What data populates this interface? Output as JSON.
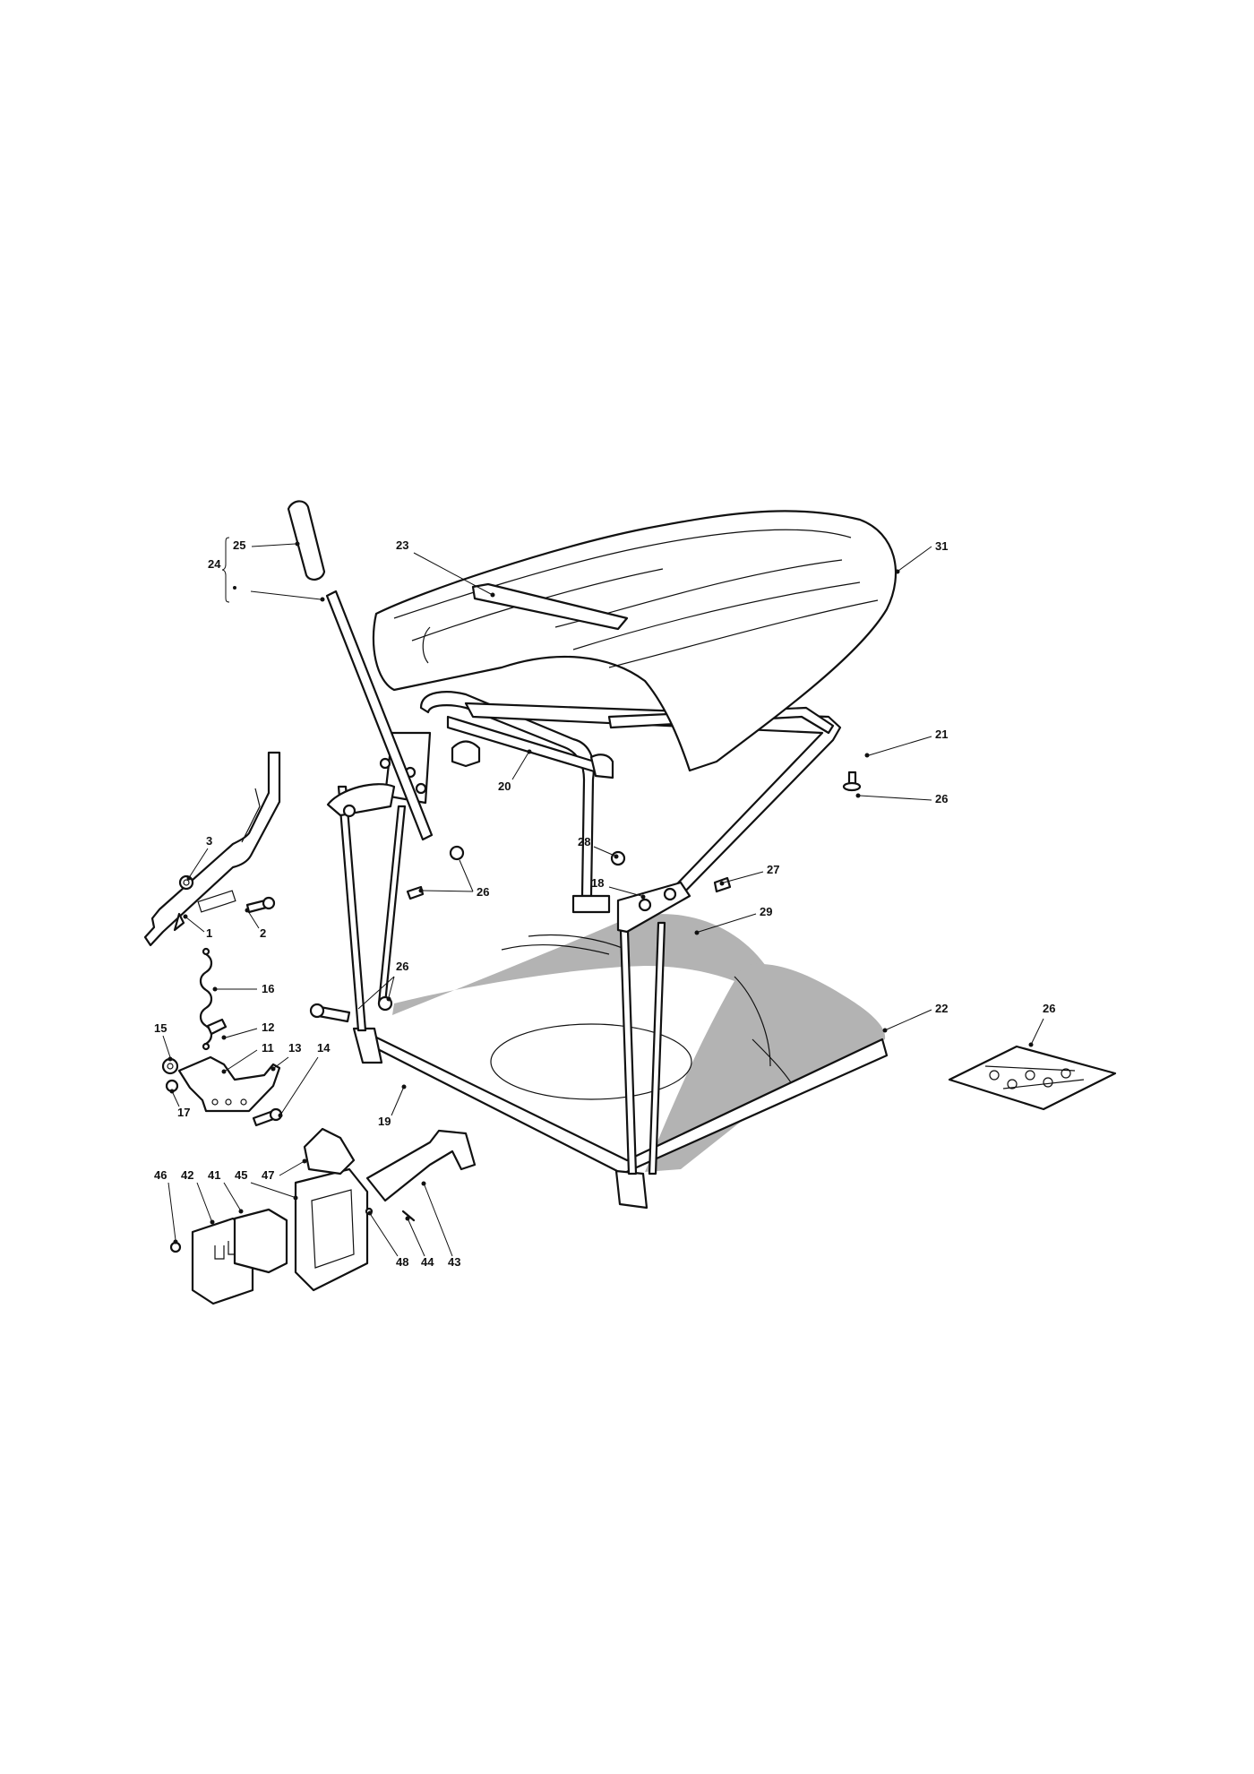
{
  "diagram": {
    "callouts": [
      {
        "id": "c25",
        "label": "25"
      },
      {
        "id": "c24",
        "label": "24"
      },
      {
        "id": "c23",
        "label": "23"
      },
      {
        "id": "c31",
        "label": "31"
      },
      {
        "id": "c21",
        "label": "21"
      },
      {
        "id": "c20",
        "label": "20"
      },
      {
        "id": "c26a",
        "label": "26"
      },
      {
        "id": "c3",
        "label": "3"
      },
      {
        "id": "c28",
        "label": "28"
      },
      {
        "id": "c27",
        "label": "27"
      },
      {
        "id": "c18",
        "label": "18"
      },
      {
        "id": "c29",
        "label": "29"
      },
      {
        "id": "c26b",
        "label": "26"
      },
      {
        "id": "c1",
        "label": "1"
      },
      {
        "id": "c2",
        "label": "2"
      },
      {
        "id": "c16",
        "label": "16"
      },
      {
        "id": "c26c",
        "label": "26"
      },
      {
        "id": "c22",
        "label": "22"
      },
      {
        "id": "c26d",
        "label": "26"
      },
      {
        "id": "c15",
        "label": "15"
      },
      {
        "id": "c12",
        "label": "12"
      },
      {
        "id": "c11",
        "label": "11"
      },
      {
        "id": "c13",
        "label": "13"
      },
      {
        "id": "c14",
        "label": "14"
      },
      {
        "id": "c17",
        "label": "17"
      },
      {
        "id": "c19",
        "label": "19"
      },
      {
        "id": "c47",
        "label": "47"
      },
      {
        "id": "c46",
        "label": "46"
      },
      {
        "id": "c42",
        "label": "42"
      },
      {
        "id": "c41",
        "label": "41"
      },
      {
        "id": "c45",
        "label": "45"
      },
      {
        "id": "c48",
        "label": "48"
      },
      {
        "id": "c44",
        "label": "44"
      },
      {
        "id": "c43",
        "label": "43"
      }
    ]
  }
}
